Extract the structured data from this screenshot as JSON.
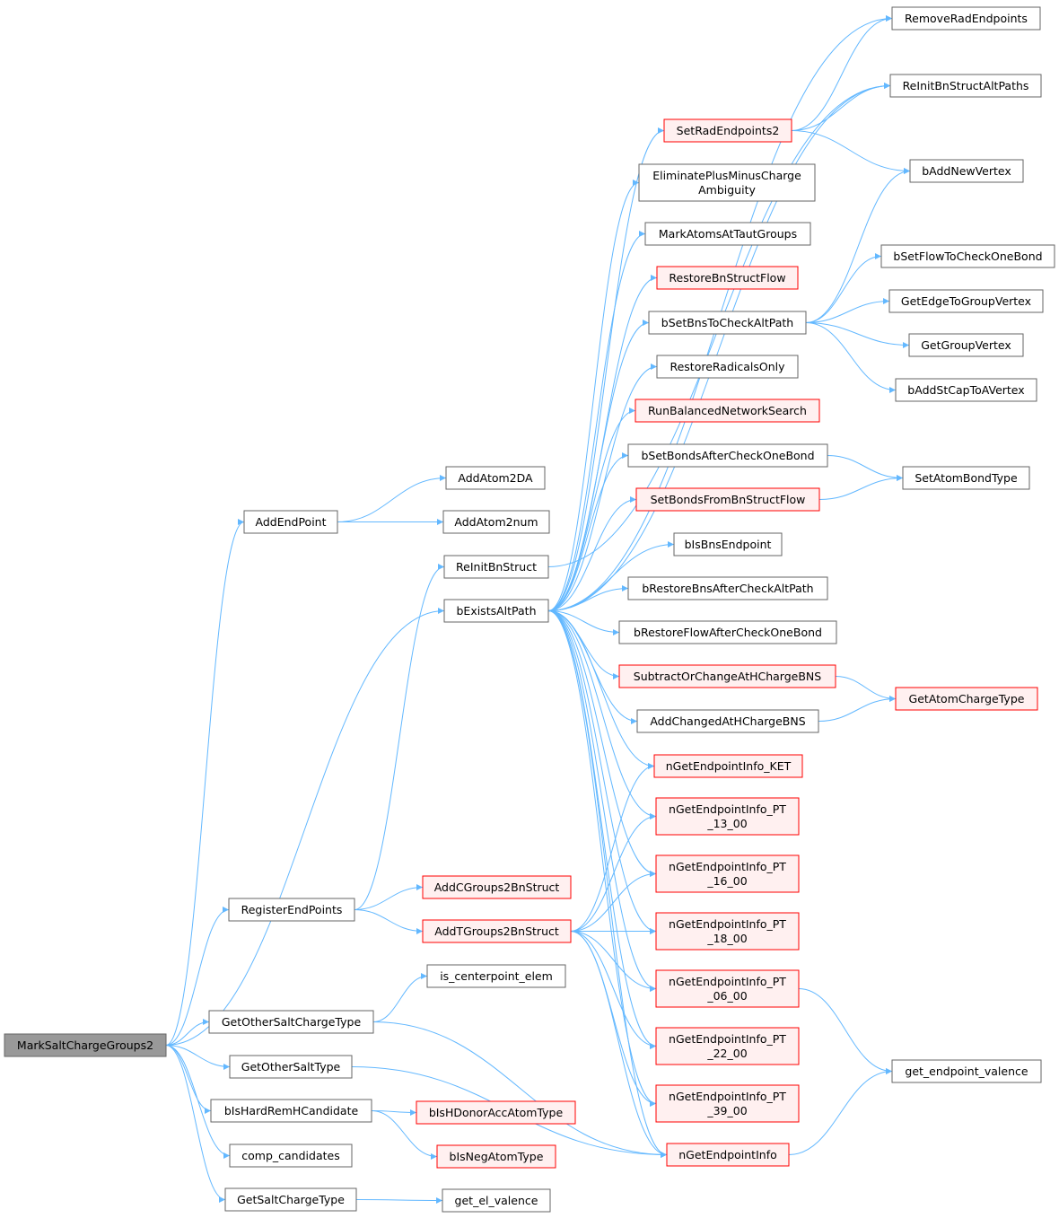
{
  "colors": {
    "edge": "#63b8ff",
    "root_fill": "#999999",
    "root_border": "#666666",
    "normal_fill": "#ffffff",
    "normal_border": "#666666",
    "red_fill": "#fff0f0",
    "red_border": "#ff0000"
  },
  "root": "MarkSaltChargeGroups2",
  "nodes": [
    {
      "id": "MarkSaltChargeGroups2",
      "lines": [
        "MarkSaltChargeGroups2"
      ],
      "style": "root"
    },
    {
      "id": "AddEndPoint",
      "lines": [
        "AddEndPoint"
      ],
      "style": "normal"
    },
    {
      "id": "AddAtom2DA",
      "lines": [
        "AddAtom2DA"
      ],
      "style": "normal"
    },
    {
      "id": "AddAtom2num",
      "lines": [
        "AddAtom2num"
      ],
      "style": "normal"
    },
    {
      "id": "ReInitBnStruct",
      "lines": [
        "ReInitBnStruct"
      ],
      "style": "normal"
    },
    {
      "id": "bExistsAltPath",
      "lines": [
        "bExistsAltPath"
      ],
      "style": "normal"
    },
    {
      "id": "RegisterEndPoints",
      "lines": [
        "RegisterEndPoints"
      ],
      "style": "normal"
    },
    {
      "id": "AddCGroups2BnStruct",
      "lines": [
        "AddCGroups2BnStruct"
      ],
      "style": "red"
    },
    {
      "id": "AddTGroups2BnStruct",
      "lines": [
        "AddTGroups2BnStruct"
      ],
      "style": "red"
    },
    {
      "id": "is_centerpoint_elem",
      "lines": [
        "is_centerpoint_elem"
      ],
      "style": "normal"
    },
    {
      "id": "GetOtherSaltChargeType",
      "lines": [
        "GetOtherSaltChargeType"
      ],
      "style": "normal"
    },
    {
      "id": "GetOtherSaltType",
      "lines": [
        "GetOtherSaltType"
      ],
      "style": "normal"
    },
    {
      "id": "bIsHardRemHCandidate",
      "lines": [
        "bIsHardRemHCandidate"
      ],
      "style": "normal"
    },
    {
      "id": "bIsHDonorAccAtomType",
      "lines": [
        "bIsHDonorAccAtomType"
      ],
      "style": "red"
    },
    {
      "id": "bIsNegAtomType",
      "lines": [
        "bIsNegAtomType"
      ],
      "style": "red"
    },
    {
      "id": "comp_candidates",
      "lines": [
        "comp_candidates"
      ],
      "style": "normal"
    },
    {
      "id": "GetSaltChargeType",
      "lines": [
        "GetSaltChargeType"
      ],
      "style": "normal"
    },
    {
      "id": "get_el_valence",
      "lines": [
        "get_el_valence"
      ],
      "style": "normal"
    },
    {
      "id": "SetRadEndpoints2",
      "lines": [
        "SetRadEndpoints2"
      ],
      "style": "red"
    },
    {
      "id": "EliminatePlusMinusChargeAmbiguity",
      "lines": [
        "EliminatePlusMinusCharge",
        "Ambiguity"
      ],
      "style": "normal"
    },
    {
      "id": "MarkAtomsAtTautGroups",
      "lines": [
        "MarkAtomsAtTautGroups"
      ],
      "style": "normal"
    },
    {
      "id": "RestoreBnStructFlow",
      "lines": [
        "RestoreBnStructFlow"
      ],
      "style": "red"
    },
    {
      "id": "bSetBnsToCheckAltPath",
      "lines": [
        "bSetBnsToCheckAltPath"
      ],
      "style": "normal"
    },
    {
      "id": "RestoreRadicalsOnly",
      "lines": [
        "RestoreRadicalsOnly"
      ],
      "style": "normal"
    },
    {
      "id": "RunBalancedNetworkSearch",
      "lines": [
        "RunBalancedNetworkSearch"
      ],
      "style": "red"
    },
    {
      "id": "bSetBondsAfterCheckOneBond",
      "lines": [
        "bSetBondsAfterCheckOneBond"
      ],
      "style": "normal"
    },
    {
      "id": "SetBondsFromBnStructFlow",
      "lines": [
        "SetBondsFromBnStructFlow"
      ],
      "style": "red"
    },
    {
      "id": "bIsBnsEndpoint",
      "lines": [
        "bIsBnsEndpoint"
      ],
      "style": "normal"
    },
    {
      "id": "bRestoreBnsAfterCheckAltPath",
      "lines": [
        "bRestoreBnsAfterCheckAltPath"
      ],
      "style": "normal"
    },
    {
      "id": "bRestoreFlowAfterCheckOneBond",
      "lines": [
        "bRestoreFlowAfterCheckOneBond"
      ],
      "style": "normal"
    },
    {
      "id": "SubtractOrChangeAtHChargeBNS",
      "lines": [
        "SubtractOrChangeAtHChargeBNS"
      ],
      "style": "red"
    },
    {
      "id": "AddChangedAtHChargeBNS",
      "lines": [
        "AddChangedAtHChargeBNS"
      ],
      "style": "normal"
    },
    {
      "id": "nGetEndpointInfo_KET",
      "lines": [
        "nGetEndpointInfo_KET"
      ],
      "style": "red"
    },
    {
      "id": "nGetEndpointInfo_PT_13_00",
      "lines": [
        "nGetEndpointInfo_PT",
        "_13_00"
      ],
      "style": "red"
    },
    {
      "id": "nGetEndpointInfo_PT_16_00",
      "lines": [
        "nGetEndpointInfo_PT",
        "_16_00"
      ],
      "style": "red"
    },
    {
      "id": "nGetEndpointInfo_PT_18_00",
      "lines": [
        "nGetEndpointInfo_PT",
        "_18_00"
      ],
      "style": "red"
    },
    {
      "id": "nGetEndpointInfo_PT_06_00",
      "lines": [
        "nGetEndpointInfo_PT",
        "_06_00"
      ],
      "style": "red"
    },
    {
      "id": "nGetEndpointInfo_PT_22_00",
      "lines": [
        "nGetEndpointInfo_PT",
        "_22_00"
      ],
      "style": "red"
    },
    {
      "id": "nGetEndpointInfo_PT_39_00",
      "lines": [
        "nGetEndpointInfo_PT",
        "_39_00"
      ],
      "style": "red"
    },
    {
      "id": "nGetEndpointInfo",
      "lines": [
        "nGetEndpointInfo"
      ],
      "style": "red"
    },
    {
      "id": "RemoveRadEndpoints",
      "lines": [
        "RemoveRadEndpoints"
      ],
      "style": "normal"
    },
    {
      "id": "ReInitBnStructAltPaths",
      "lines": [
        "ReInitBnStructAltPaths"
      ],
      "style": "normal"
    },
    {
      "id": "bAddNewVertex",
      "lines": [
        "bAddNewVertex"
      ],
      "style": "normal"
    },
    {
      "id": "bSetFlowToCheckOneBond",
      "lines": [
        "bSetFlowToCheckOneBond"
      ],
      "style": "normal"
    },
    {
      "id": "GetEdgeToGroupVertex",
      "lines": [
        "GetEdgeToGroupVertex"
      ],
      "style": "normal"
    },
    {
      "id": "GetGroupVertex",
      "lines": [
        "GetGroupVertex"
      ],
      "style": "normal"
    },
    {
      "id": "bAddStCapToAVertex",
      "lines": [
        "bAddStCapToAVertex"
      ],
      "style": "normal"
    },
    {
      "id": "SetAtomBondType",
      "lines": [
        "SetAtomBondType"
      ],
      "style": "normal"
    },
    {
      "id": "GetAtomChargeType",
      "lines": [
        "GetAtomChargeType"
      ],
      "style": "red"
    },
    {
      "id": "get_endpoint_valence",
      "lines": [
        "get_endpoint_valence"
      ],
      "style": "normal"
    }
  ],
  "edges": [
    [
      "MarkSaltChargeGroups2",
      "AddEndPoint"
    ],
    [
      "MarkSaltChargeGroups2",
      "bExistsAltPath"
    ],
    [
      "MarkSaltChargeGroups2",
      "RegisterEndPoints"
    ],
    [
      "MarkSaltChargeGroups2",
      "GetOtherSaltChargeType"
    ],
    [
      "MarkSaltChargeGroups2",
      "GetOtherSaltType"
    ],
    [
      "MarkSaltChargeGroups2",
      "bIsHardRemHCandidate"
    ],
    [
      "MarkSaltChargeGroups2",
      "comp_candidates"
    ],
    [
      "MarkSaltChargeGroups2",
      "GetSaltChargeType"
    ],
    [
      "AddEndPoint",
      "AddAtom2DA"
    ],
    [
      "AddEndPoint",
      "AddAtom2num"
    ],
    [
      "RegisterEndPoints",
      "ReInitBnStruct"
    ],
    [
      "RegisterEndPoints",
      "AddCGroups2BnStruct"
    ],
    [
      "RegisterEndPoints",
      "AddTGroups2BnStruct"
    ],
    [
      "GetOtherSaltChargeType",
      "is_centerpoint_elem"
    ],
    [
      "GetOtherSaltChargeType",
      "nGetEndpointInfo"
    ],
    [
      "GetOtherSaltType",
      "nGetEndpointInfo"
    ],
    [
      "bIsHardRemHCandidate",
      "bIsHDonorAccAtomType"
    ],
    [
      "bIsHardRemHCandidate",
      "bIsNegAtomType"
    ],
    [
      "GetSaltChargeType",
      "get_el_valence"
    ],
    [
      "ReInitBnStruct",
      "ReInitBnStructAltPaths"
    ],
    [
      "bExistsAltPath",
      "RemoveRadEndpoints"
    ],
    [
      "bExistsAltPath",
      "ReInitBnStructAltPaths"
    ],
    [
      "bExistsAltPath",
      "SetRadEndpoints2"
    ],
    [
      "bExistsAltPath",
      "EliminatePlusMinusChargeAmbiguity"
    ],
    [
      "bExistsAltPath",
      "MarkAtomsAtTautGroups"
    ],
    [
      "bExistsAltPath",
      "RestoreBnStructFlow"
    ],
    [
      "bExistsAltPath",
      "bSetBnsToCheckAltPath"
    ],
    [
      "bExistsAltPath",
      "RestoreRadicalsOnly"
    ],
    [
      "bExistsAltPath",
      "RunBalancedNetworkSearch"
    ],
    [
      "bExistsAltPath",
      "bSetBondsAfterCheckOneBond"
    ],
    [
      "bExistsAltPath",
      "SetBondsFromBnStructFlow"
    ],
    [
      "bExistsAltPath",
      "bIsBnsEndpoint"
    ],
    [
      "bExistsAltPath",
      "bRestoreBnsAfterCheckAltPath"
    ],
    [
      "bExistsAltPath",
      "bRestoreFlowAfterCheckOneBond"
    ],
    [
      "bExistsAltPath",
      "SubtractOrChangeAtHChargeBNS"
    ],
    [
      "bExistsAltPath",
      "AddChangedAtHChargeBNS"
    ],
    [
      "bExistsAltPath",
      "nGetEndpointInfo_KET"
    ],
    [
      "bExistsAltPath",
      "nGetEndpointInfo_PT_13_00"
    ],
    [
      "bExistsAltPath",
      "nGetEndpointInfo_PT_16_00"
    ],
    [
      "bExistsAltPath",
      "nGetEndpointInfo_PT_18_00"
    ],
    [
      "bExistsAltPath",
      "nGetEndpointInfo_PT_06_00"
    ],
    [
      "bExistsAltPath",
      "nGetEndpointInfo_PT_22_00"
    ],
    [
      "bExistsAltPath",
      "nGetEndpointInfo_PT_39_00"
    ],
    [
      "bExistsAltPath",
      "nGetEndpointInfo"
    ],
    [
      "AddTGroups2BnStruct",
      "nGetEndpointInfo_KET"
    ],
    [
      "AddTGroups2BnStruct",
      "nGetEndpointInfo_PT_13_00"
    ],
    [
      "AddTGroups2BnStruct",
      "nGetEndpointInfo_PT_16_00"
    ],
    [
      "AddTGroups2BnStruct",
      "nGetEndpointInfo_PT_18_00"
    ],
    [
      "AddTGroups2BnStruct",
      "nGetEndpointInfo_PT_06_00"
    ],
    [
      "AddTGroups2BnStruct",
      "nGetEndpointInfo_PT_22_00"
    ],
    [
      "AddTGroups2BnStruct",
      "nGetEndpointInfo_PT_39_00"
    ],
    [
      "AddTGroups2BnStruct",
      "nGetEndpointInfo"
    ],
    [
      "SetRadEndpoints2",
      "RemoveRadEndpoints"
    ],
    [
      "SetRadEndpoints2",
      "ReInitBnStructAltPaths"
    ],
    [
      "SetRadEndpoints2",
      "bAddNewVertex"
    ],
    [
      "bSetBnsToCheckAltPath",
      "bAddNewVertex"
    ],
    [
      "bSetBnsToCheckAltPath",
      "bSetFlowToCheckOneBond"
    ],
    [
      "bSetBnsToCheckAltPath",
      "GetEdgeToGroupVertex"
    ],
    [
      "bSetBnsToCheckAltPath",
      "GetGroupVertex"
    ],
    [
      "bSetBnsToCheckAltPath",
      "bAddStCapToAVertex"
    ],
    [
      "bSetBondsAfterCheckOneBond",
      "SetAtomBondType"
    ],
    [
      "SetBondsFromBnStructFlow",
      "SetAtomBondType"
    ],
    [
      "SubtractOrChangeAtHChargeBNS",
      "GetAtomChargeType"
    ],
    [
      "AddChangedAtHChargeBNS",
      "GetAtomChargeType"
    ],
    [
      "nGetEndpointInfo_PT_06_00",
      "get_endpoint_valence"
    ],
    [
      "nGetEndpointInfo",
      "get_endpoint_valence"
    ]
  ]
}
